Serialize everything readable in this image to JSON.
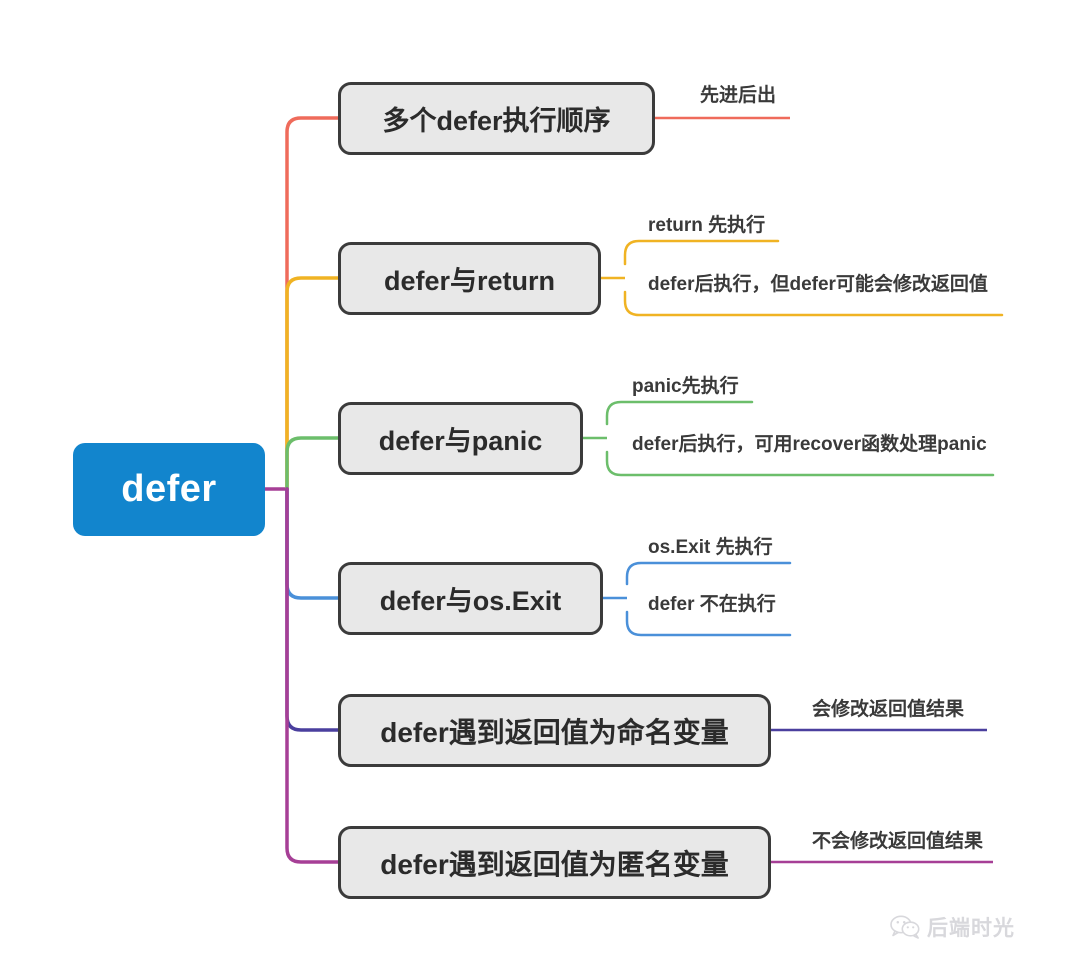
{
  "diagram": {
    "type": "mindmap",
    "title": "defer",
    "background": "#ffffff"
  },
  "root": {
    "label": "defer",
    "color": "#1285cd",
    "text_color": "#ffffff"
  },
  "node_style": {
    "fill": "#e8e8e8",
    "border": "#3b3b3b",
    "text_color": "#2b2b2b"
  },
  "branches": [
    {
      "id": "branch-1",
      "label": "多个defer执行顺序",
      "color": "#ef6b5b",
      "leaves": [
        {
          "label": "先进后出"
        }
      ]
    },
    {
      "id": "branch-2",
      "label": "defer与return",
      "color": "#f0b323",
      "leaves": [
        {
          "label": "return 先执行"
        },
        {
          "label": "defer后执行，但defer可能会修改返回值"
        }
      ]
    },
    {
      "id": "branch-3",
      "label": "defer与panic",
      "color": "#6cbe6b",
      "leaves": [
        {
          "label": "panic先执行"
        },
        {
          "label": "defer后执行，可用recover函数处理panic"
        }
      ]
    },
    {
      "id": "branch-4",
      "label": "defer与os.Exit",
      "color": "#4a90d9",
      "leaves": [
        {
          "label": "os.Exit 先执行"
        },
        {
          "label": "defer 不在执行"
        }
      ]
    },
    {
      "id": "branch-5",
      "label": "defer遇到返回值为命名变量",
      "color": "#4a3f9e",
      "leaves": [
        {
          "label": "会修改返回值结果"
        }
      ]
    },
    {
      "id": "branch-6",
      "label": "defer遇到返回值为匿名变量",
      "color": "#a63f96",
      "leaves": [
        {
          "label": "不会修改返回值结果"
        }
      ]
    }
  ],
  "watermark": {
    "label": "后端时光",
    "icon": "wechat-icon",
    "color": "#d8d8dc"
  }
}
